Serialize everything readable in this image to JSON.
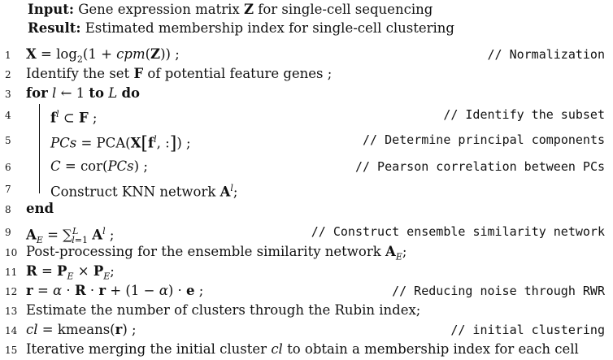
{
  "header": {
    "input_label": "Input:",
    "input_text": "Gene expression matrix",
    "input_var": "Z",
    "input_tail": "for single-cell sequencing",
    "result_label": "Result:",
    "result_text": "Estimated membership index for single-cell clustering"
  },
  "lines": [
    {
      "n": "1",
      "comment": "// Normalization"
    },
    {
      "n": "2",
      "text": "Identify the set",
      "text2": "of potential feature genes ;"
    },
    {
      "n": "3",
      "kw1": "for",
      "kw2": "to",
      "kw3": "do"
    },
    {
      "n": "4",
      "comment": "// Identify the subset"
    },
    {
      "n": "5",
      "comment": "// Determine principal components"
    },
    {
      "n": "6",
      "comment": "// Pearson correlation between PCs"
    },
    {
      "n": "7",
      "text": "Construct KNN network"
    },
    {
      "n": "8",
      "kw1": "end"
    },
    {
      "n": "9",
      "comment": "// Construct ensemble similarity network"
    },
    {
      "n": "10",
      "text": "Post-processing for the ensemble similarity network"
    },
    {
      "n": "11"
    },
    {
      "n": "12",
      "comment": "// Reducing noise through RWR"
    },
    {
      "n": "13",
      "text": "Estimate the number of clusters through the Rubin index;"
    },
    {
      "n": "14",
      "comment": "// initial clustering"
    },
    {
      "n": "15",
      "text": "Iterative merging the initial cluster",
      "text2": "to obtain a membership index for each cell"
    }
  ]
}
